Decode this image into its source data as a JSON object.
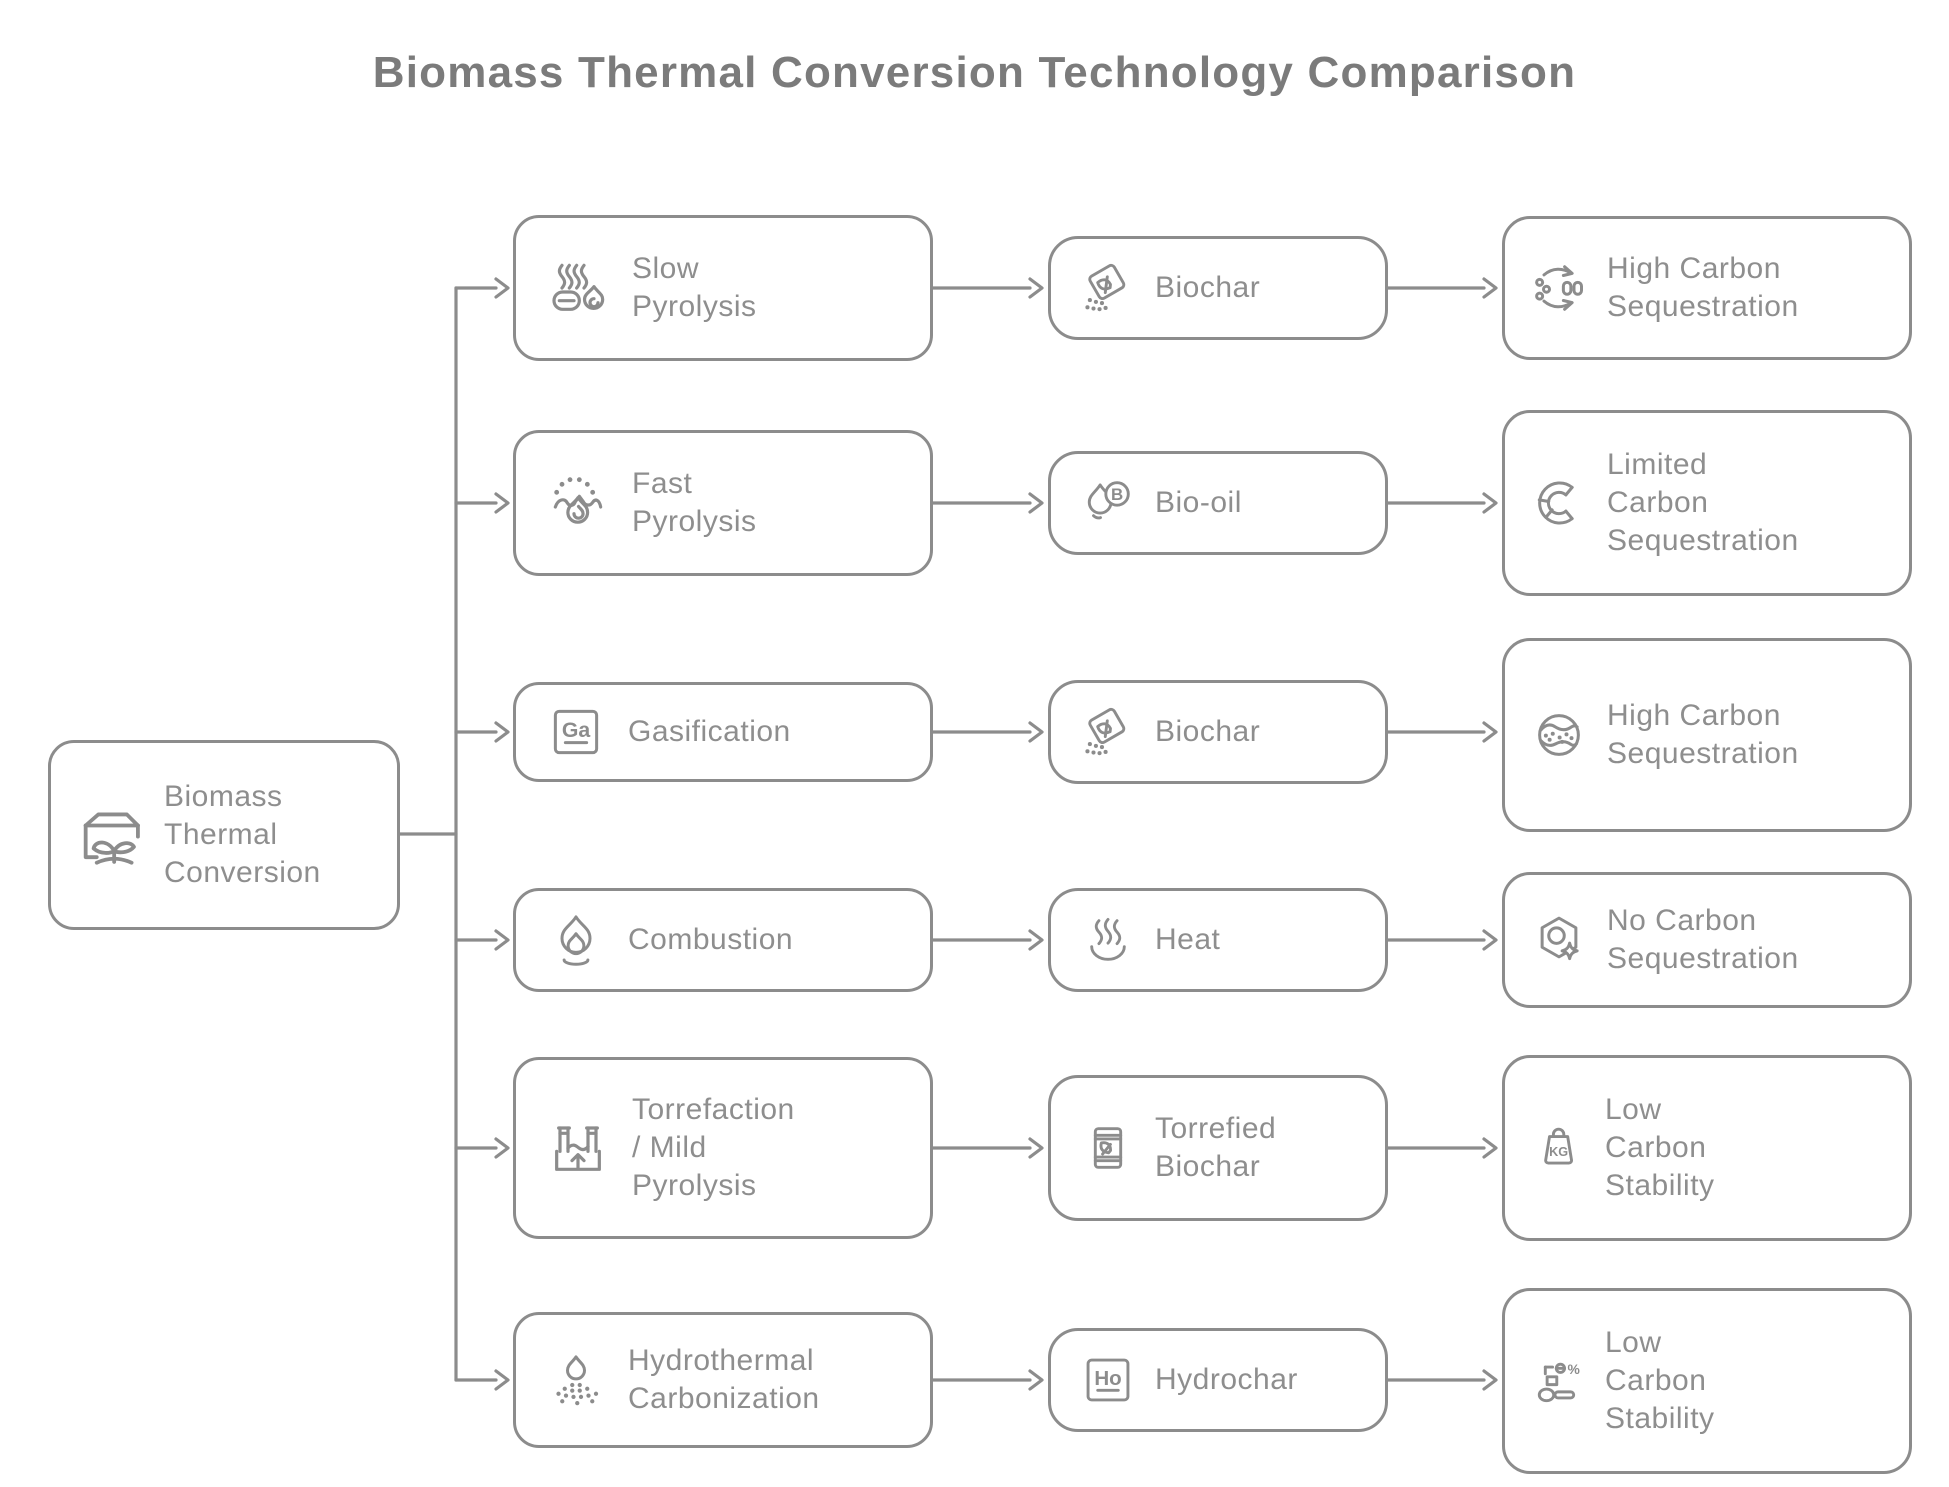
{
  "title": "Biomass Thermal Conversion Technology Comparison",
  "root": {
    "label": "Biomass\nThermal\nConversion"
  },
  "rows": [
    {
      "process": {
        "label": "Slow\nPyrolysis"
      },
      "product": {
        "label": "Biochar"
      },
      "outcome": {
        "label": "High Carbon\nSequestration"
      }
    },
    {
      "process": {
        "label": "Fast\nPyrolysis"
      },
      "product": {
        "label": "Bio-oil"
      },
      "outcome": {
        "label": "Limited\nCarbon\nSequestration"
      }
    },
    {
      "process": {
        "label": "Gasification"
      },
      "product": {
        "label": "Biochar"
      },
      "outcome": {
        "label": "High Carbon\nSequestration"
      }
    },
    {
      "process": {
        "label": "Combustion"
      },
      "product": {
        "label": "Heat"
      },
      "outcome": {
        "label": "No Carbon\nSequestration"
      }
    },
    {
      "process": {
        "label": "Torrefaction\n/ Mild\nPyrolysis"
      },
      "product": {
        "label": "Torrefied\nBiochar"
      },
      "outcome": {
        "label": "Low\nCarbon\nStability"
      }
    },
    {
      "process": {
        "label": "Hydrothermal\nCarbonization"
      },
      "product": {
        "label": "Hydrochar"
      },
      "outcome": {
        "label": "Low\nCarbon\nStability"
      }
    }
  ],
  "icons": {
    "gasification": "Ga",
    "hydrochar": "Ho",
    "bio_oil": "B",
    "kg": "KG",
    "percent": "%"
  },
  "colors": {
    "line": "#8c8c8c",
    "text": "#8e8e8e",
    "title": "#7b7b7b",
    "background": "#ffffff"
  }
}
